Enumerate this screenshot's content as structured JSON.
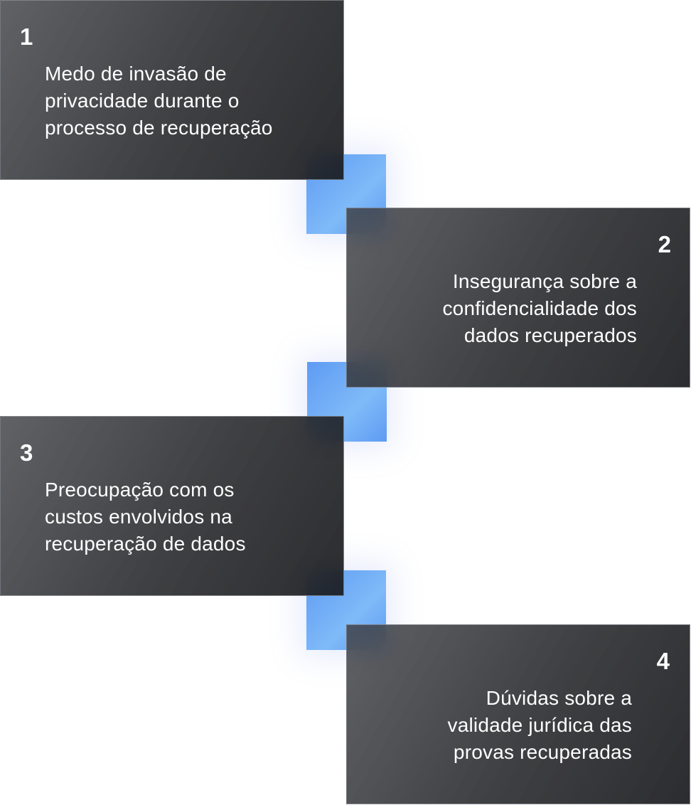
{
  "steps": [
    {
      "number": "1",
      "text": "Medo de invasão de\nprivacidade durante o\nprocesso de recuperação"
    },
    {
      "number": "2",
      "text": "Insegurança sobre a\nconfidencialidade dos\ndados recuperados"
    },
    {
      "number": "3",
      "text": "Preocupação com os\ncustos envolvidos na\nrecuperação de dados"
    },
    {
      "number": "4",
      "text": "Dúvidas sobre a\nvalidade jurídica das\nprovas recuperadas"
    }
  ],
  "colors": {
    "accent": "#6aa6f6",
    "card": "#2a2b2e"
  }
}
